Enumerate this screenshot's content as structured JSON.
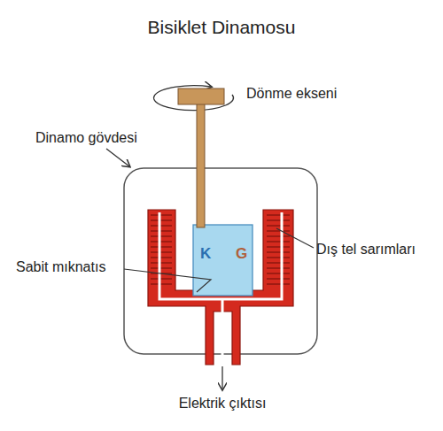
{
  "diagram": {
    "title": "Bisiklet Dinamosu",
    "nodes": [
      {
        "text": [
          "K",
          "G"
        ]
      }
    ],
    "labels": [
      "Dönme ekseni",
      "Dinamo gövdesi",
      "Dış tel sarımları",
      "Sabit mıknatıs",
      "Elektrik çıktısı"
    ]
  }
}
